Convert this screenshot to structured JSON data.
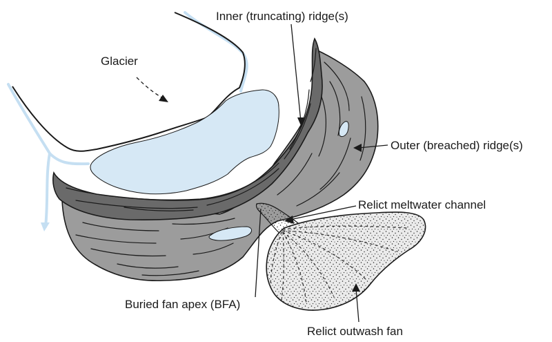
{
  "labels": {
    "glacier": "Glacier",
    "inner_ridge": "Inner (truncating) ridge(s)",
    "outer_ridge": "Outer (breached) ridge(s)",
    "meltwater_channel": "Relict meltwater channel",
    "buried_fan_apex": "Buried fan apex (BFA)",
    "outwash_fan": "Relict outwash fan"
  },
  "colors": {
    "ice": "#d6e8f5",
    "meltwater": "#c5dff2",
    "inner_ridge": "#6a6a6a",
    "outer_ridge": "#9c9c9c",
    "fan": "#ebebeb",
    "outline": "#1a1a1a"
  }
}
